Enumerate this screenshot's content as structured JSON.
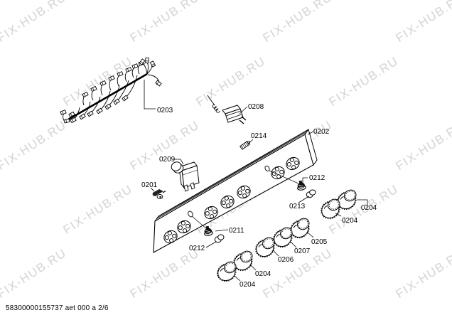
{
  "watermark": {
    "text": "FIX-HUB.RU",
    "color": "#d4d4d4"
  },
  "footer": {
    "doc_number": "58300000155737 aet 000 a 2/6"
  },
  "diagram": {
    "type": "exploded-parts-diagram",
    "subject": "cooker control panel assembly",
    "labels": [
      {
        "id": "0203"
      },
      {
        "id": "0208"
      },
      {
        "id": "0214"
      },
      {
        "id": "0202"
      },
      {
        "id": "0209"
      },
      {
        "id": "0201"
      },
      {
        "id": "0212"
      },
      {
        "id": "0213"
      },
      {
        "id": "0204"
      },
      {
        "id": "0204"
      },
      {
        "id": "0205"
      },
      {
        "id": "0207"
      },
      {
        "id": "0206"
      },
      {
        "id": "0204"
      },
      {
        "id": "0204"
      },
      {
        "id": "0211"
      },
      {
        "id": "0212"
      }
    ]
  }
}
